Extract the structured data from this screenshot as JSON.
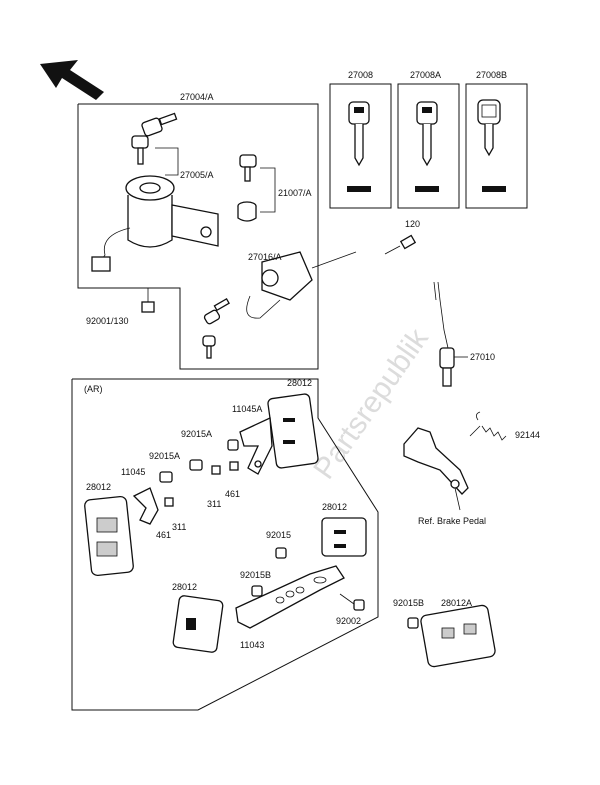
{
  "watermark": "Partsrepublik",
  "labels": {
    "main_box": "27004/A",
    "key_set": "27005/A",
    "lock_cyl": "21007/A",
    "seat_lock": "27016/A",
    "bolt_92001": "92001/130",
    "key_blank_1": "27008",
    "key_blank_2": "27008A",
    "key_blank_3": "27008B",
    "screw_120": "120",
    "switch_27010": "27010",
    "spring_92144": "92144",
    "brake_pedal": "Ref. Brake Pedal",
    "region_ar": "(AR)",
    "refl_top": "28012",
    "bracket_11045a": "11045A",
    "nut_92015a_1": "92015A",
    "nut_92015a_2": "92015A",
    "bracket_11045": "11045",
    "refl_left": "28012",
    "washer_311_1": "311",
    "washer_461_1": "461",
    "washer_311_2": "311",
    "washer_461_2": "461",
    "refl_right": "28012",
    "nut_92015": "92015",
    "nut_92015b": "92015B",
    "refl_bottom": "28012",
    "bolt_92002": "92002",
    "bracket_11043": "11043",
    "nut_92015b_2": "92015B",
    "refl_28012a": "28012A"
  }
}
